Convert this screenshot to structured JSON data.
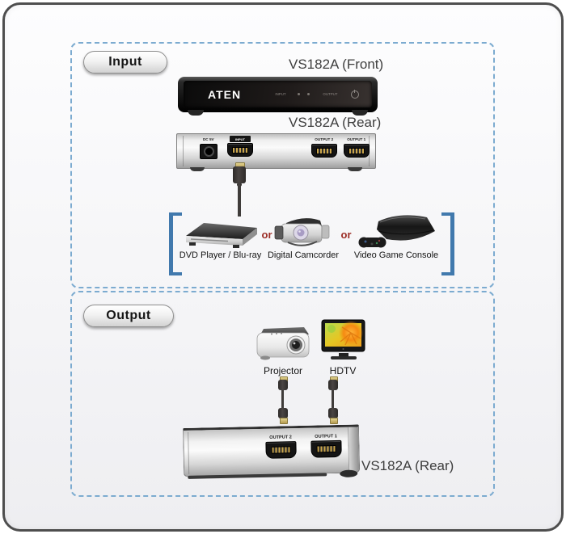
{
  "colors": {
    "dashed_border": "#7cabd0",
    "bracket_blue": "#4179ad",
    "or_red": "#9c2d26",
    "title_gray": "#3e3e3e",
    "device_black": "#141414"
  },
  "input_section": {
    "badge_label": "Input",
    "front_title": "VS182A (Front)",
    "rear_title": "VS182A (Rear)",
    "front_panel": {
      "brand": "ATEN",
      "input_led_label": "INPUT",
      "output_led_label": "OUTPUT"
    },
    "rear_panel": {
      "power_port_label": "DC 5V",
      "input_port_label": "INPUT",
      "output2_port_label": "OUTPUT 2",
      "output1_port_label": "OUTPUT 1"
    },
    "or_separator": "or",
    "sources": [
      {
        "label": "DVD Player / Blu-ray"
      },
      {
        "label": "Digital Camcorder"
      },
      {
        "label": "Video Game Console"
      }
    ]
  },
  "output_section": {
    "badge_label": "Output",
    "rear_title": "VS182A (Rear)",
    "displays": [
      {
        "label": "Projector"
      },
      {
        "label": "HDTV"
      }
    ],
    "rear_panel": {
      "output2_port_label": "OUTPUT 2",
      "output1_port_label": "OUTPUT 1"
    }
  }
}
